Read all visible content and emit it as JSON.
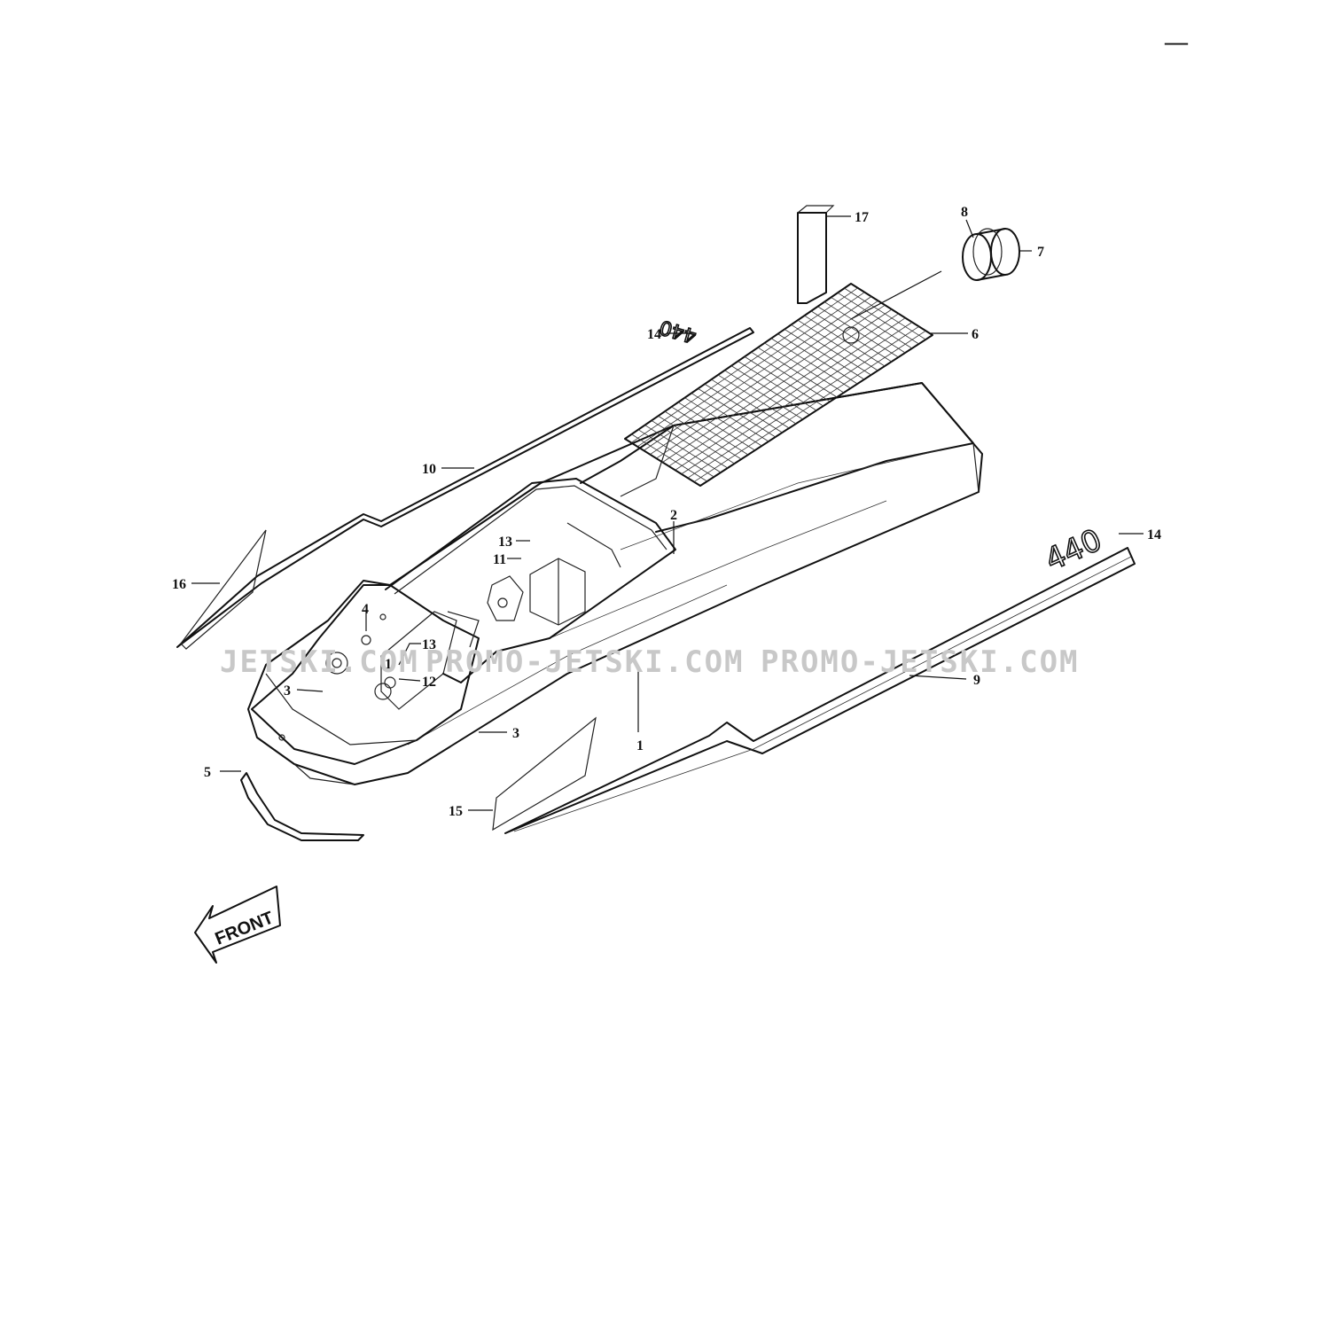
{
  "page_mark": "—",
  "front_label": "FRONT",
  "emblem_text": "440",
  "watermarks": [
    "JETSKI.COM",
    "PROMO-JETSKI.COM",
    "PROMO-JETSKI.COM"
  ],
  "callouts": [
    {
      "id": "c17",
      "label": "17"
    },
    {
      "id": "c8",
      "label": "8"
    },
    {
      "id": "c7",
      "label": "7"
    },
    {
      "id": "c14a",
      "label": "14"
    },
    {
      "id": "c6",
      "label": "6"
    },
    {
      "id": "c10",
      "label": "10"
    },
    {
      "id": "c2",
      "label": "2"
    },
    {
      "id": "c13a",
      "label": "13"
    },
    {
      "id": "c11",
      "label": "11"
    },
    {
      "id": "c14b",
      "label": "14"
    },
    {
      "id": "c16",
      "label": "16"
    },
    {
      "id": "c4",
      "label": "4"
    },
    {
      "id": "c13b",
      "label": "13"
    },
    {
      "id": "c1a",
      "label": "1"
    },
    {
      "id": "c12",
      "label": "12"
    },
    {
      "id": "c3a",
      "label": "3"
    },
    {
      "id": "c9",
      "label": "9"
    },
    {
      "id": "c3b",
      "label": "3"
    },
    {
      "id": "c1b",
      "label": "1"
    },
    {
      "id": "c5",
      "label": "5"
    },
    {
      "id": "c15",
      "label": "15"
    }
  ]
}
